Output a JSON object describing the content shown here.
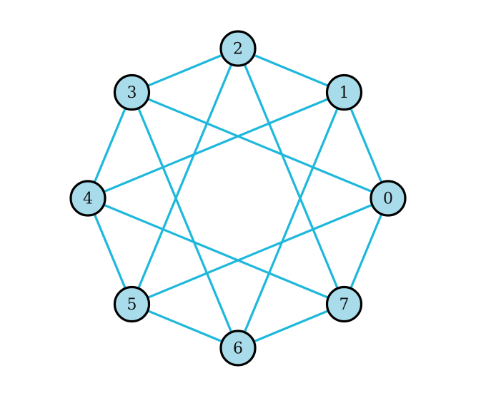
{
  "graph": {
    "nodes": [
      {
        "id": 0,
        "label": "0"
      },
      {
        "id": 1,
        "label": "1"
      },
      {
        "id": 2,
        "label": "2"
      },
      {
        "id": 3,
        "label": "3"
      },
      {
        "id": 4,
        "label": "4"
      },
      {
        "id": 5,
        "label": "5"
      },
      {
        "id": 6,
        "label": "6"
      },
      {
        "id": 7,
        "label": "7"
      }
    ],
    "edges": [
      [
        0,
        1
      ],
      [
        1,
        2
      ],
      [
        2,
        3
      ],
      [
        3,
        4
      ],
      [
        4,
        5
      ],
      [
        5,
        6
      ],
      [
        6,
        7
      ],
      [
        7,
        0
      ],
      [
        0,
        3
      ],
      [
        1,
        4
      ],
      [
        2,
        5
      ],
      [
        3,
        0
      ],
      [
        4,
        7
      ],
      [
        5,
        0
      ],
      [
        6,
        1
      ],
      [
        7,
        2
      ],
      [
        2,
        7
      ],
      [
        3,
        6
      ],
      [
        1,
        6
      ],
      [
        5,
        2
      ]
    ],
    "colors": {
      "edge": "#1eb8dc",
      "node_fill": "#a9dcea",
      "node_stroke": "#000000"
    }
  }
}
